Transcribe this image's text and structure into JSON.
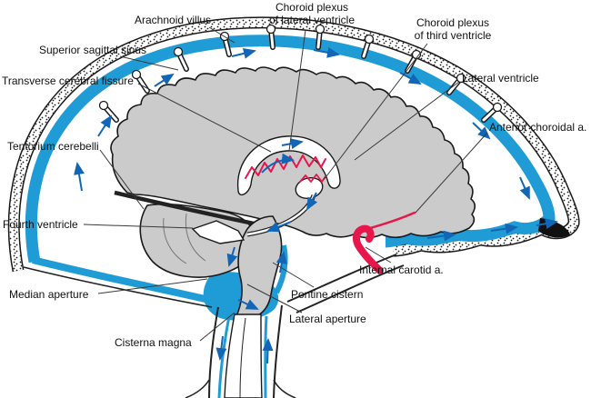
{
  "diagram": {
    "labels": {
      "arachnoid_villus": "Arachnoid villus",
      "choroid_plexus_lateral": "Choroid plexus\nof lateral ventricle",
      "choroid_plexus_third": "Choroid plexus\nof third ventricle",
      "superior_sagittal_sinus": "Superior sagittal sinus",
      "transverse_cerebral_fissure": "Transverse cerebral fissure",
      "lateral_ventricle": "Lateral ventricle",
      "anterior_choroidal": "Anterior choroidal a.",
      "tentorium_cerebelli": "Tentorium cerebelli",
      "fourth_ventricle": "Fourth ventricle",
      "internal_carotid": "Internal carotid a.",
      "median_aperture": "Median aperture",
      "pontine_cistern": "Pontine cistern",
      "lateral_aperture": "Lateral aperture",
      "cisterna_magna": "Cisterna magna"
    },
    "colors": {
      "csf_blue": "#1f9cd6",
      "arrow_blue": "#1266b5",
      "brain_gray": "#cbcbcb",
      "artery_red": "#e8174b",
      "line_black": "#1a1a1a"
    }
  }
}
